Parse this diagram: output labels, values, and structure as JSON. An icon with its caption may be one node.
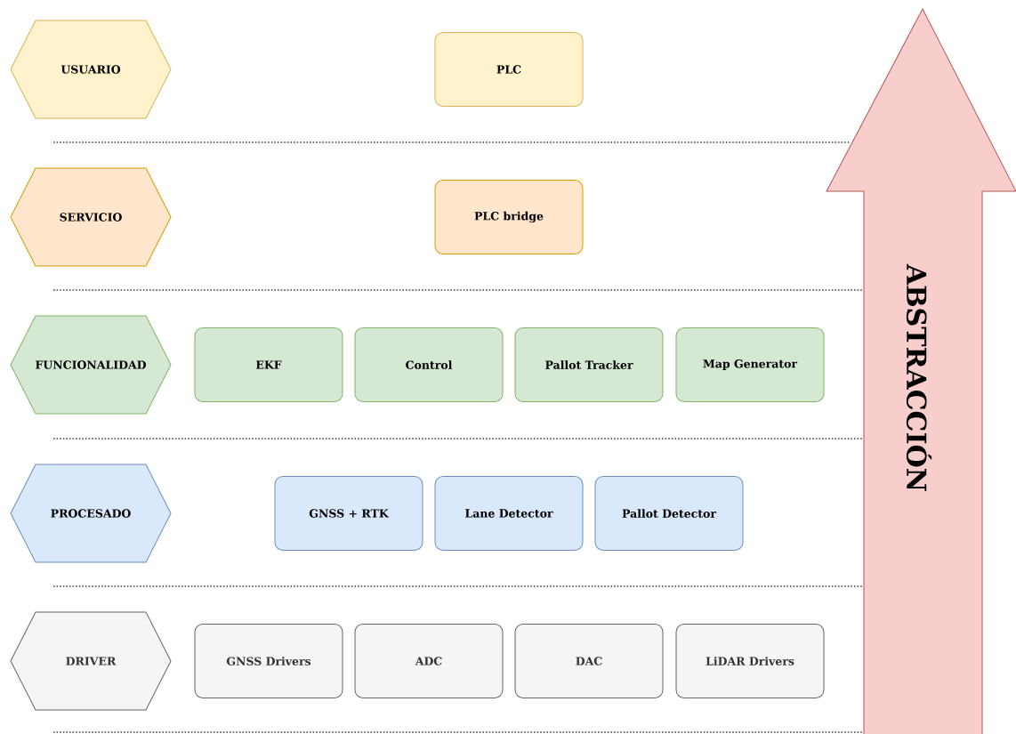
{
  "diagram": {
    "nodes": [
      {
        "text": [
          "USUARIO"
        ]
      },
      {
        "text": [
          "PLC"
        ]
      },
      {
        "text": [
          "SERVICIO"
        ]
      },
      {
        "text": [
          "PLC bridge"
        ]
      },
      {
        "text": [
          "FUNCIONALIDAD"
        ]
      },
      {
        "text": [
          "EKF"
        ]
      },
      {
        "text": [
          "Control"
        ]
      },
      {
        "text": [
          "Pallot Tracker"
        ]
      },
      {
        "text": [
          "Map Generator"
        ]
      },
      {
        "text": [
          "PROCESADO"
        ]
      },
      {
        "text": [
          "GNSS + RTK"
        ]
      },
      {
        "text": [
          "Lane Detector"
        ]
      },
      {
        "text": [
          "Pallot Detector"
        ]
      },
      {
        "text": [
          "DRIVER"
        ]
      },
      {
        "text": [
          "GNSS Drivers"
        ]
      },
      {
        "text": [
          "ADC"
        ]
      },
      {
        "text": [
          "DAC"
        ]
      },
      {
        "text": [
          "LiDAR Drivers"
        ]
      },
      {
        "text": [
          "ABSTRACCIÓN"
        ]
      }
    ],
    "edges": []
  }
}
